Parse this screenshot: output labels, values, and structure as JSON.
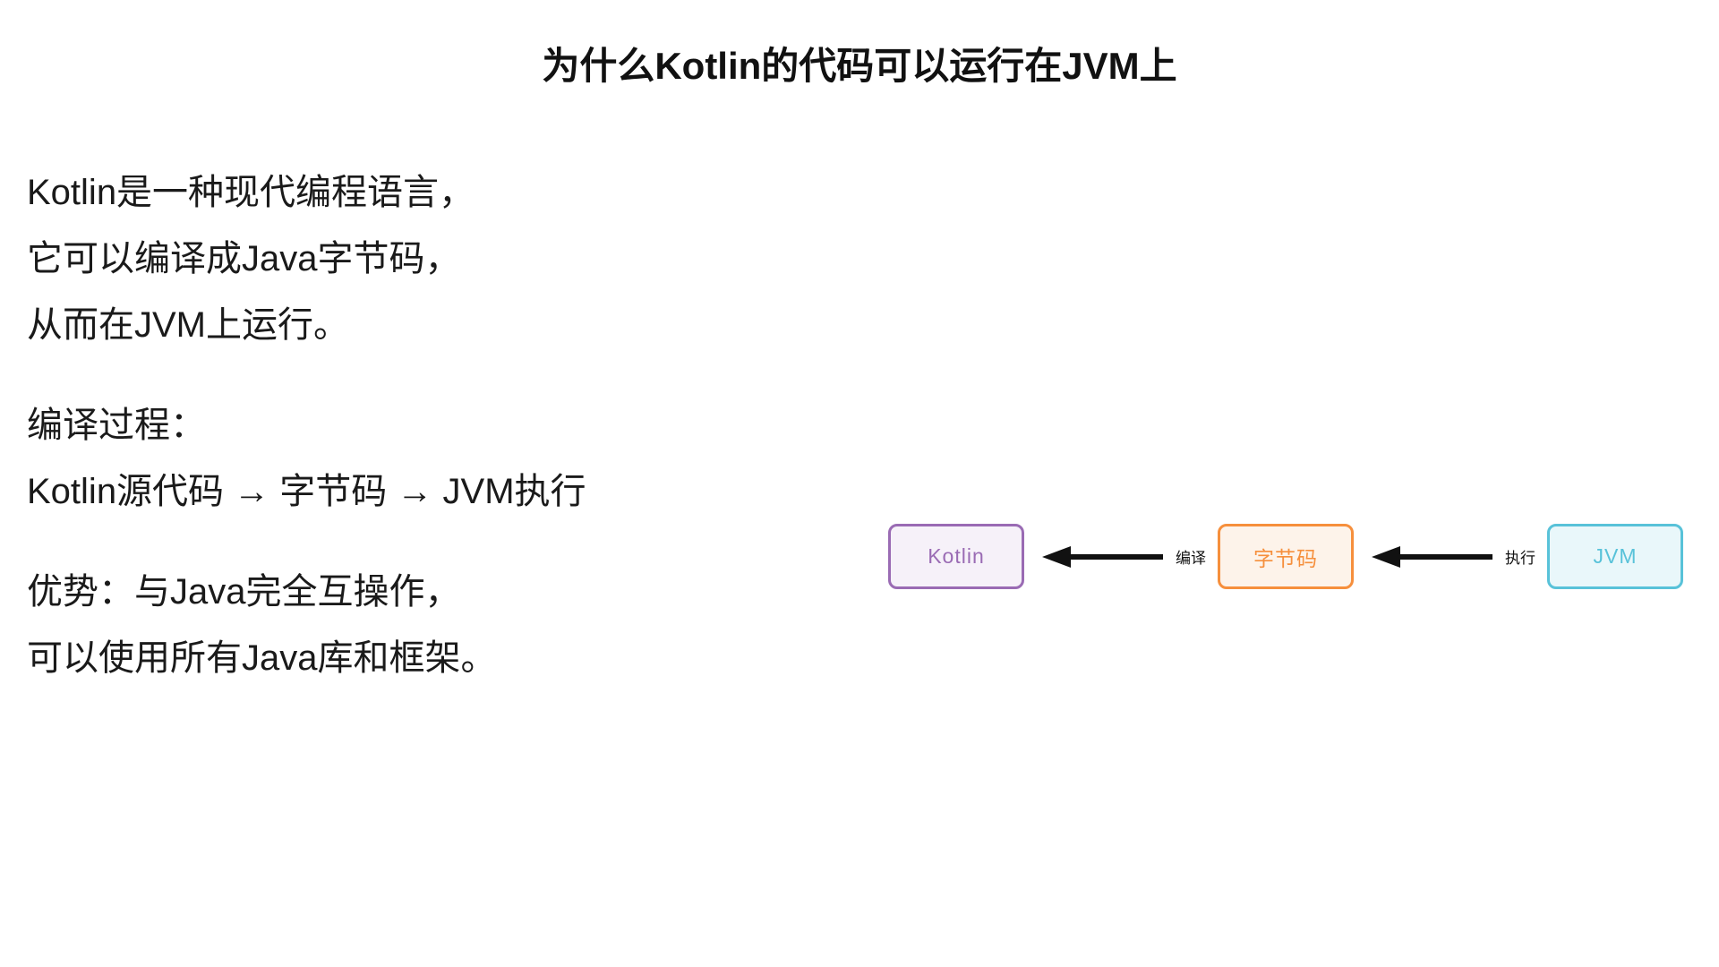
{
  "page": {
    "title": "为什么Kotlin的代码可以运行在JVM上",
    "background_color": "#ffffff",
    "text_color": "#1a1a1a"
  },
  "content": {
    "paragraphs": [
      {
        "lines": [
          "Kotlin是一种现代编程语言，",
          "它可以编译成Java字节码，",
          "从而在JVM上运行。"
        ]
      },
      {
        "lines": [
          "编译过程：",
          "Kotlin源代码 → 字节码 → JVM执行"
        ]
      },
      {
        "lines": [
          "优势：与Java完全互操作，",
          "可以使用所有Java库和框架。"
        ]
      }
    ]
  },
  "diagram": {
    "nodes": [
      {
        "id": "kotlin",
        "label": "Kotlin",
        "border_color": "#9a6bb4",
        "fill_color": "#f6f1f9",
        "text_color": "#9a6bb4"
      },
      {
        "id": "bytecode",
        "label": "字节码",
        "border_color": "#f68f3c",
        "fill_color": "#fdf3ea",
        "text_color": "#f68f3c"
      },
      {
        "id": "jvm",
        "label": "JVM",
        "border_color": "#58c2d9",
        "fill_color": "#e9f7fa",
        "text_color": "#58c2d9"
      }
    ],
    "arrows": [
      {
        "label": "编译",
        "direction": "left",
        "from": "bytecode",
        "to": "kotlin"
      },
      {
        "label": "执行",
        "direction": "left",
        "from": "jvm",
        "to": "bytecode"
      }
    ],
    "arrow_color": "#111111"
  }
}
